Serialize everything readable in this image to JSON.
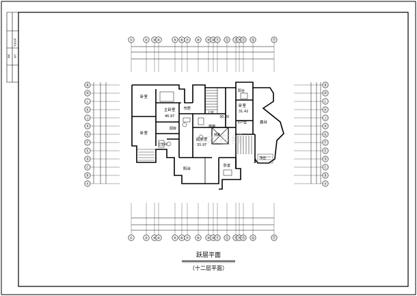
{
  "title_block": {
    "cells": [
      "专业负责",
      "审核",
      "设计"
    ]
  },
  "drawing": {
    "title": "跃层平面",
    "subtitle": "（十二层平面）"
  },
  "top_axes": [
    "①",
    "②",
    "③",
    "④",
    "⑤",
    "⑥",
    "⑦",
    "⑧",
    "⑨",
    "⑩",
    "⑪",
    "⑫",
    "⑬",
    "⑭",
    "⑮",
    "⑯",
    "⑰"
  ],
  "bottom_axes": [
    "①",
    "②",
    "③",
    "④",
    "⑤",
    "⑥",
    "⑦",
    "⑧",
    "⑨",
    "⑩",
    "⑪",
    "⑫",
    "⑬",
    "⑭",
    "⑮",
    "⑯",
    "⑰"
  ],
  "left_axes": [
    "Ⓐ",
    "Ⓑ",
    "Ⓒ",
    "Ⓓ",
    "Ⓔ",
    "Ⓕ",
    "Ⓖ",
    "Ⓗ",
    "Ⓙ",
    "Ⓚ",
    "Ⓛ",
    "Ⓜ",
    "Ⓝ"
  ],
  "right_axes": [
    "Ⓐ",
    "Ⓑ",
    "Ⓒ",
    "Ⓓ",
    "Ⓔ",
    "Ⓕ",
    "Ⓖ",
    "Ⓗ",
    "Ⓙ",
    "Ⓚ",
    "Ⓛ",
    "Ⓜ",
    "Ⓝ"
  ],
  "rooms": {
    "bedroom_a": "卧室",
    "bedroom_b": "卧室",
    "master_bedroom": "主卧室",
    "master_area": "46.97",
    "study": "书房",
    "balcony_a": "阳台",
    "bathroom": "卫生间",
    "living": "起居室",
    "living_area": "35.97",
    "stair_hall": "楼梯",
    "upper_space": "上空",
    "bedroom_c": "卧室",
    "bedroom_c_area": "31.42",
    "household_type": "E户型",
    "area_label": "30.20",
    "terrace": "露台",
    "balcony_b": "阳台",
    "balcony_c": "阳台",
    "bedroom_d": "卧室",
    "kitchen": "厨房",
    "storage": "储藏"
  },
  "watermark": "土木在线"
}
